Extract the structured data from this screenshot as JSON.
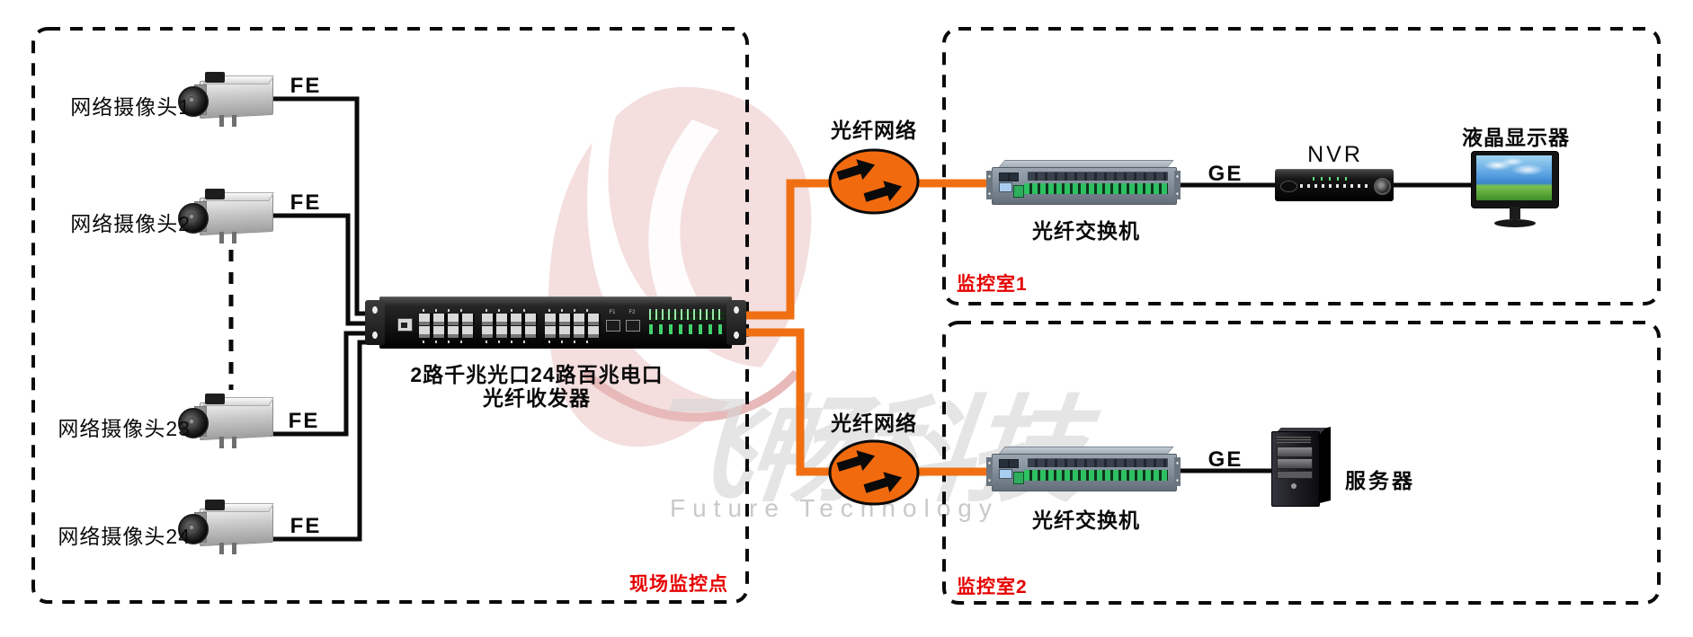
{
  "site_box": {
    "label": "现场监控点",
    "cameras": [
      {
        "name": "网络摄像头1",
        "port": "FE"
      },
      {
        "name": "网络摄像头2",
        "port": "FE"
      },
      {
        "name": "网络摄像头23",
        "port": "FE"
      },
      {
        "name": "网络摄像头24",
        "port": "FE"
      }
    ],
    "converter": {
      "label_line1": "2路千兆光口24路百兆电口",
      "label_line2": "光纤收发器",
      "sfp_labels": [
        "F1",
        "F2"
      ]
    }
  },
  "room1": {
    "label": "监控室1",
    "cloud_label": "光纤网络",
    "switch_label": "光纤交换机",
    "uplink_label": "GE",
    "nvr_label": "NVR",
    "monitor_label": "液晶显示器"
  },
  "room2": {
    "label": "监控室2",
    "cloud_label": "光纤网络",
    "switch_label": "光纤交换机",
    "uplink_label": "GE",
    "server_label": "服务器"
  },
  "watermark": {
    "logo_text": "飞畅科技",
    "subtitle": "Future Technology"
  },
  "colors": {
    "fiber_orange": "#F06F12",
    "cloud_orange": "#F26A0E",
    "label_red": "#E60000",
    "wire_black": "#0A0A0A"
  }
}
